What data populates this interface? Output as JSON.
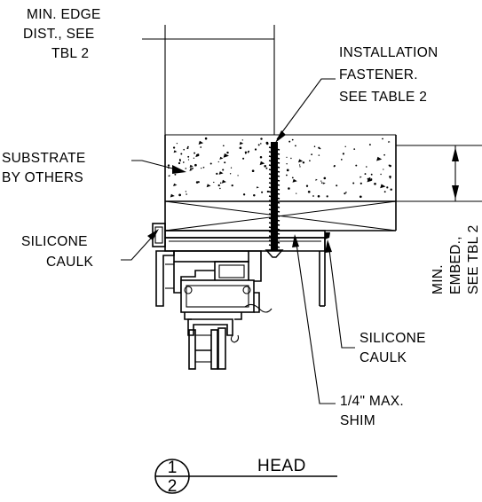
{
  "labels": {
    "min_edge": [
      "MIN. EDGE",
      "DIST., SEE",
      "TBL 2"
    ],
    "fastener": [
      "INSTALLATION",
      "FASTENER.",
      "SEE TABLE 2"
    ],
    "substrate": [
      "SUBSTRATE",
      "BY OTHERS"
    ],
    "caulk_left": [
      "SILICONE",
      "CAULK"
    ],
    "min_embed": [
      "MIN.",
      "EMBED.,",
      "SEE TBL 2"
    ],
    "caulk_right": [
      "SILICONE",
      "CAULK"
    ],
    "shim": [
      "1/4\" MAX.",
      "SHIM"
    ]
  },
  "detail": {
    "number": "1",
    "sheet": "2",
    "title": "HEAD"
  }
}
